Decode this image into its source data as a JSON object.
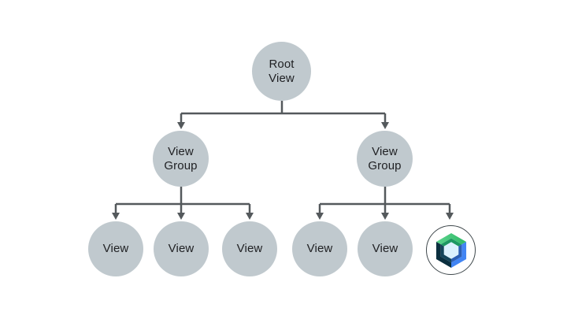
{
  "diagram": {
    "type": "tree",
    "description": "View hierarchy tree with a Compose node",
    "background": "#FFFFFF",
    "nodes": {
      "root": {
        "label": "Root\nView"
      },
      "group_left": {
        "label": "View\nGroup"
      },
      "group_right": {
        "label": "View\nGroup"
      },
      "view_l1": {
        "label": "View"
      },
      "view_l2": {
        "label": "View"
      },
      "view_l3": {
        "label": "View"
      },
      "view_r1": {
        "label": "View"
      },
      "view_r2": {
        "label": "View"
      },
      "compose_node": {
        "label": "",
        "icon": "jetpack-compose-logo"
      }
    },
    "edges": [
      [
        "root",
        "group_left"
      ],
      [
        "root",
        "group_right"
      ],
      [
        "group_left",
        "view_l1"
      ],
      [
        "group_left",
        "view_l2"
      ],
      [
        "group_left",
        "view_l3"
      ],
      [
        "group_right",
        "view_r1"
      ],
      [
        "group_right",
        "view_r2"
      ],
      [
        "group_right",
        "compose_node"
      ]
    ],
    "colors": {
      "node_fill": "#C0C9CE",
      "connector": "#54595C",
      "text": "#202124",
      "logo_ring": "#3F484C",
      "compose_green_light": "#5CD48D",
      "compose_green": "#2FB968",
      "compose_green_inner": "#1E9862",
      "compose_blue": "#4285F4",
      "compose_blue_inner": "#2D5FB3",
      "compose_navy": "#0B2F3F",
      "compose_navy_inner": "#16455A",
      "compose_center": "#DCF1FD"
    }
  }
}
